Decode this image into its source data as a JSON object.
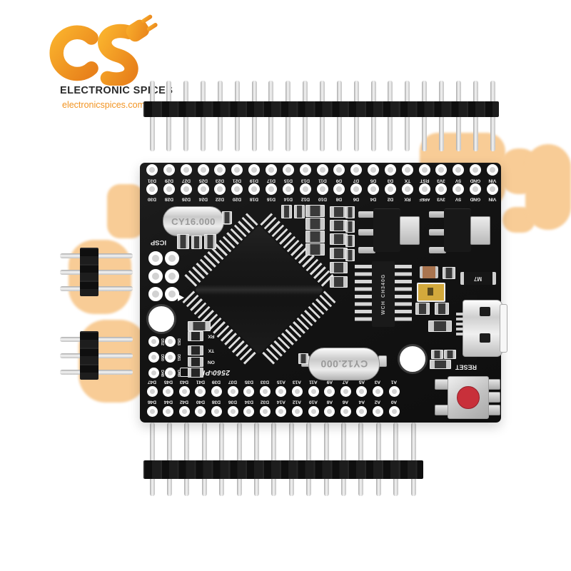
{
  "brand": {
    "name": "ELECTRONIC SPICES",
    "website": "electronicspices.com",
    "logo_orange": "#f29422",
    "logo_dark": "#2b2b2b"
  },
  "board": {
    "model_silkscreen": "2560 PRO",
    "labels": {
      "icsp": "ICSP",
      "reset": "RESET"
    },
    "leds": [
      "RX",
      "TX",
      "ON",
      "L"
    ],
    "pins": {
      "top_upper": [
        "D31",
        "D29",
        "D27",
        "D25",
        "D23",
        "D21",
        "D19",
        "D17",
        "D15",
        "D13",
        "D11",
        "D9",
        "D7",
        "D5",
        "D3",
        "TX",
        "RST",
        "3V3",
        "5V",
        "GND",
        "VIN"
      ],
      "top_lower": [
        "D30",
        "D28",
        "D26",
        "D24",
        "D22",
        "D20",
        "D18",
        "D16",
        "D14",
        "D12",
        "D10",
        "D8",
        "D6",
        "D4",
        "D2",
        "RX",
        "AREF",
        "3V3",
        "5V",
        "GND",
        "VIN"
      ],
      "bottom_upper": [
        "D47",
        "D45",
        "D43",
        "D41",
        "D39",
        "D37",
        "D35",
        "D33",
        "A15",
        "A13",
        "A11",
        "A9",
        "A7",
        "A5",
        "A3",
        "A1"
      ],
      "bottom_lower": [
        "D46",
        "D44",
        "D42",
        "D40",
        "D38",
        "D36",
        "D34",
        "D32",
        "A14",
        "A12",
        "A10",
        "A8",
        "A6",
        "A4",
        "A2",
        "A0"
      ],
      "aux": [
        "D52",
        "D53",
        "D50",
        "D51",
        "D48",
        "D49"
      ]
    },
    "components": {
      "main_crystal": "CY16.000",
      "usb_crystal": "CY12.000",
      "usb_chip_brand": "WCH",
      "usb_chip": "CH340G",
      "diode": "M7"
    },
    "colors": {
      "pcb": "#141414",
      "pad_ring": "#ffffff",
      "watermark": "#f8cc96",
      "reset_button_red": "#c8303a"
    }
  }
}
